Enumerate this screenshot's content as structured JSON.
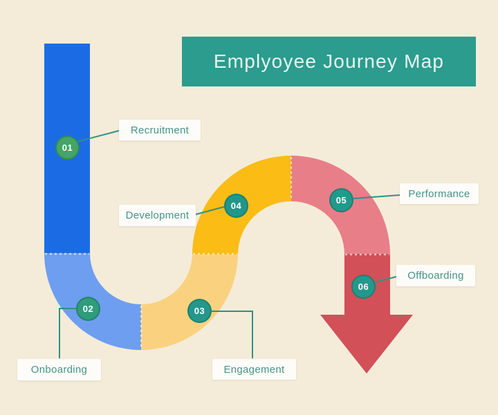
{
  "title": "Emplyoyee Journey Map",
  "palette": {
    "background": "#f4ecd9",
    "banner": "#2b9c8e",
    "banner_text": "#e8f6f2",
    "path_blue_dark": "#1b6ce4",
    "path_blue_light": "#6d9ef0",
    "path_yellow_light": "#fad27f",
    "path_yellow_dark": "#fbbc15",
    "path_red_light": "#e87e88",
    "path_red_dark": "#d25058",
    "label_text": "#449488",
    "connector_line": "#2e9183",
    "circle_text": "#ffffff"
  },
  "stages": [
    {
      "num": "01",
      "label": "Recruitment",
      "circle_color": "#44a565",
      "segment_color": "#1b6ce4"
    },
    {
      "num": "02",
      "label": "Onboarding",
      "circle_color": "#2f9c7c",
      "segment_color": "#6d9ef0"
    },
    {
      "num": "03",
      "label": "Engagement",
      "circle_color": "#23988b",
      "segment_color": "#fad27f"
    },
    {
      "num": "04",
      "label": "Development",
      "circle_color": "#21968a",
      "segment_color": "#fbbc15"
    },
    {
      "num": "05",
      "label": "Performance",
      "circle_color": "#23998c",
      "segment_color": "#e87e88"
    },
    {
      "num": "06",
      "label": "Offboarding",
      "circle_color": "#23998c",
      "segment_color": "#d25058"
    }
  ]
}
